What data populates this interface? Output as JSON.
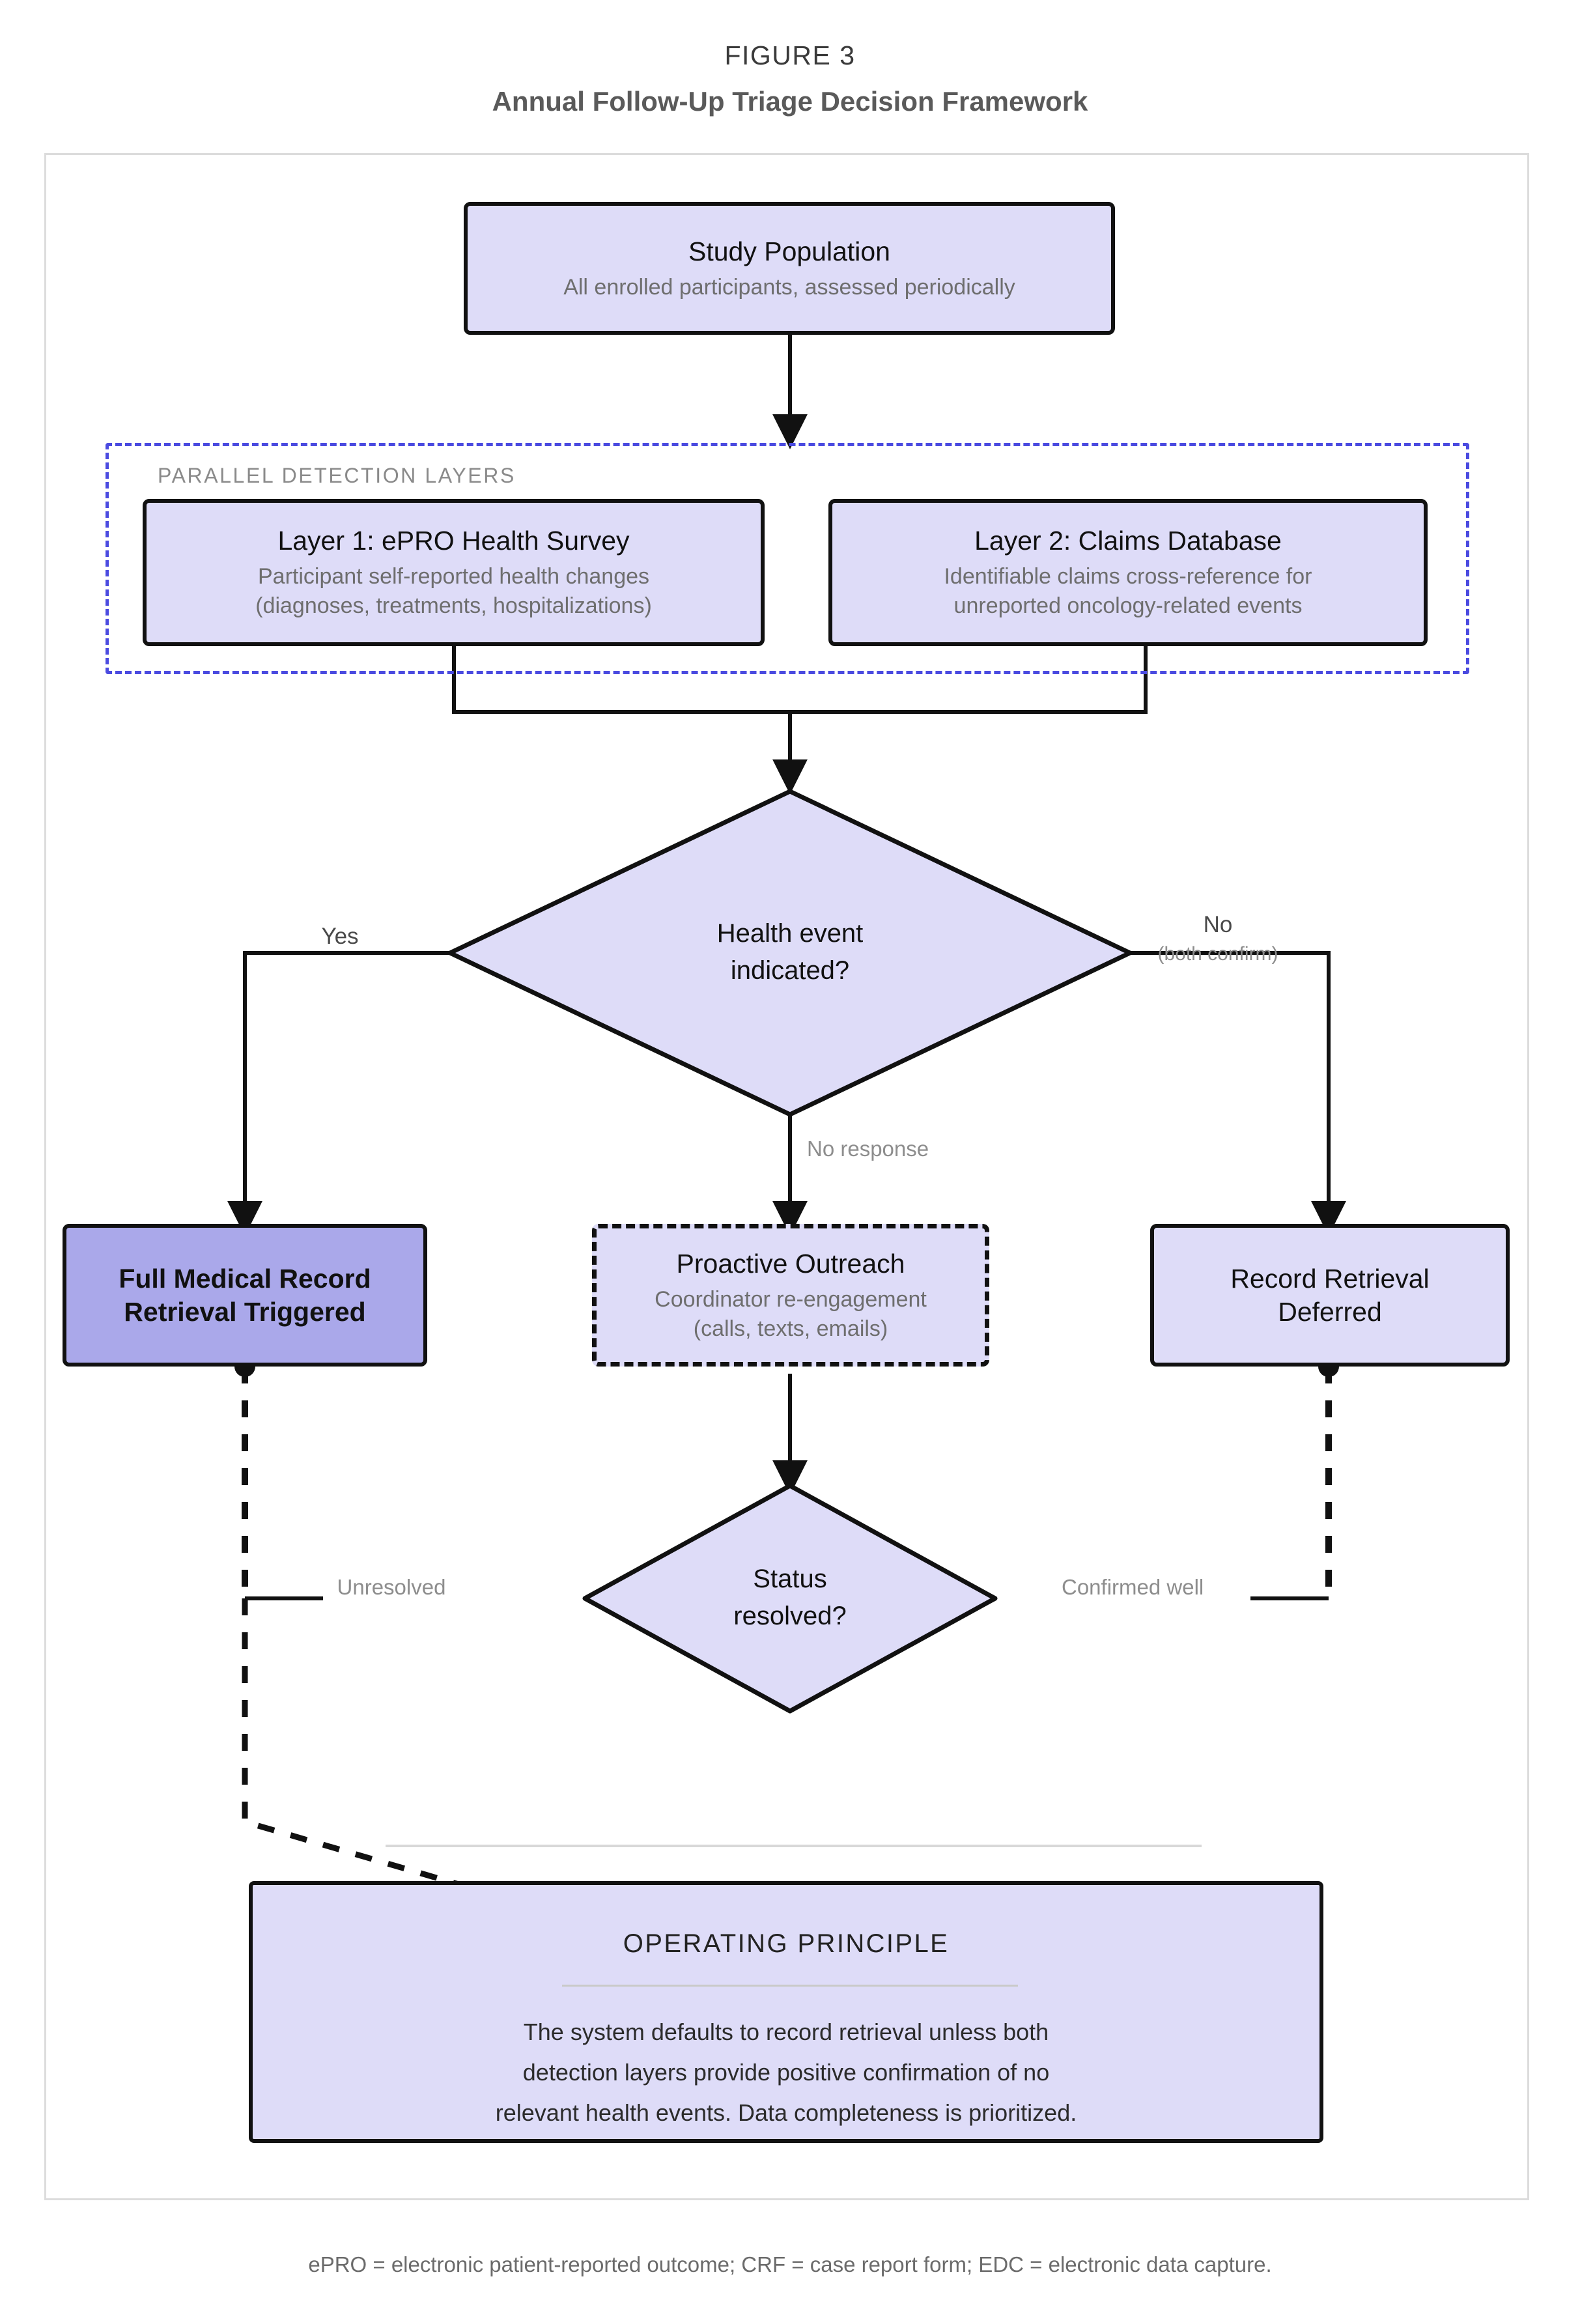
{
  "figure": {
    "label": "FIGURE 3",
    "title": "Annual Follow-Up Triage Decision Framework",
    "footnote": "ePRO = electronic patient-reported outcome; CRF = case report form; EDC = electronic data capture."
  },
  "colors": {
    "node_fill": "#dedcf8",
    "node_fill_highlight": "#aaa8ea",
    "node_border": "#111111",
    "group_border": "#4b4be0",
    "frame_border": "#dcdcdc",
    "muted_text": "#8d8d8d"
  },
  "nodes": {
    "study_population": {
      "title": "Study Population",
      "subtitle": "All enrolled participants, assessed periodically"
    },
    "layer1": {
      "title": "Layer 1: ePRO Health Survey",
      "sub_line1": "Participant self-reported health changes",
      "sub_line2": "(diagnoses, treatments, hospitalizations)"
    },
    "layer2": {
      "title": "Layer 2: Claims Database",
      "sub_line1": "Identifiable claims cross-reference for",
      "sub_line2": "unreported oncology-related events"
    },
    "decision1": {
      "line1": "Health event",
      "line2": "indicated?"
    },
    "full_retrieval": {
      "line1": "Full Medical Record",
      "line2": "Retrieval Triggered"
    },
    "proactive_outreach": {
      "title": "Proactive Outreach",
      "sub_line1": "Coordinator re-engagement",
      "sub_line2": "(calls, texts, emails)"
    },
    "retrieval_deferred": {
      "line1": "Record Retrieval",
      "line2": "Deferred"
    },
    "decision2": {
      "line1": "Status",
      "line2": "resolved?"
    }
  },
  "groups": {
    "detection": {
      "label": "PARALLEL DETECTION LAYERS"
    }
  },
  "edge_labels": {
    "yes": "Yes",
    "no": "No",
    "no_both_confirm": "(both confirm)",
    "no_response": "No response",
    "unresolved": "Unresolved",
    "confirmed_well": "Confirmed well"
  },
  "operating_principle": {
    "heading": "OPERATING PRINCIPLE",
    "line1": "The system defaults to record retrieval unless both",
    "line2": "detection layers provide positive confirmation of no",
    "line3": "relevant health events. Data completeness is prioritized."
  }
}
